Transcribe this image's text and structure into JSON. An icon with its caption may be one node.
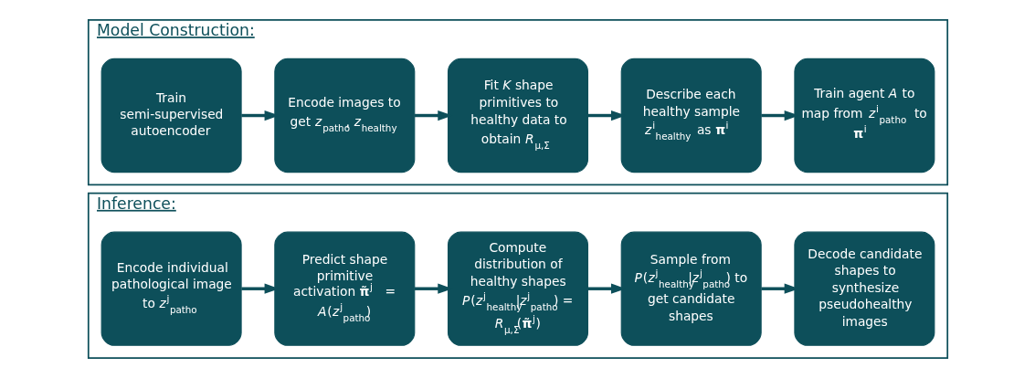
{
  "diagram": {
    "nodes": [
      {
        "text": [
          "Model Construction:"
        ]
      },
      {
        "text": [
          "Train semi-supervised autoencoder"
        ],
        "in": 0
      },
      {
        "text": [
          "Encode images to get *z*$_{patho}$, *z*$_{healthy}$"
        ],
        "in": 0
      },
      {
        "text": [
          "Fit *K* shape primitives to healthy data to obtain *R*$_{μ,Σ}$"
        ],
        "in": 0
      },
      {
        "text": [
          "Describe each healthy sample *z*$^{i}$$_{healthy}$ as **π**$^{i}$"
        ],
        "in": 0
      },
      {
        "text": [
          "Train agent *A* to map from *z*$^{i}$$_{patho}$ to **π**$^{i}$"
        ],
        "in": 0
      },
      {
        "text": [
          "Inference:"
        ]
      },
      {
        "text": [
          "Encode individual pathological image to *z*$^{j}$$_{patho}$"
        ],
        "in": 6
      },
      {
        "text": [
          "Predict shape primitive activation **π̃**$^{j}$ = *A*(*z*$^{j}$$_{patho}$)"
        ],
        "in": 6
      },
      {
        "text": [
          "Compute distribution of healthy shapes *P*(*z*$^{j}$$_{healthy}$|*z*$^{j}$$_{patho}$) = *R*$_{μ,Σ}$(**π̃**$^{j}$)"
        ],
        "in": 6
      },
      {
        "text": [
          "Sample from *P*(*z*$^{j}$$_{healthy}$|*z*$^{j}$$_{patho}$) to get candidate shapes"
        ],
        "in": 6
      },
      {
        "text": [
          "Decode candidate shapes to synthesize pseudohealthy images"
        ],
        "in": 6
      }
    ],
    "edges": [
      {
        "from": 1,
        "to": 2,
        "arrow": "to"
      },
      {
        "from": 2,
        "to": 3,
        "arrow": "to"
      },
      {
        "from": 3,
        "to": 4,
        "arrow": "to"
      },
      {
        "from": 4,
        "to": 5,
        "arrow": "to"
      },
      {
        "from": 7,
        "to": 8,
        "arrow": "to"
      },
      {
        "from": 8,
        "to": 9,
        "arrow": "to"
      },
      {
        "from": 9,
        "to": 10,
        "arrow": "to"
      },
      {
        "from": 10,
        "to": 11,
        "arrow": "to"
      }
    ]
  }
}
